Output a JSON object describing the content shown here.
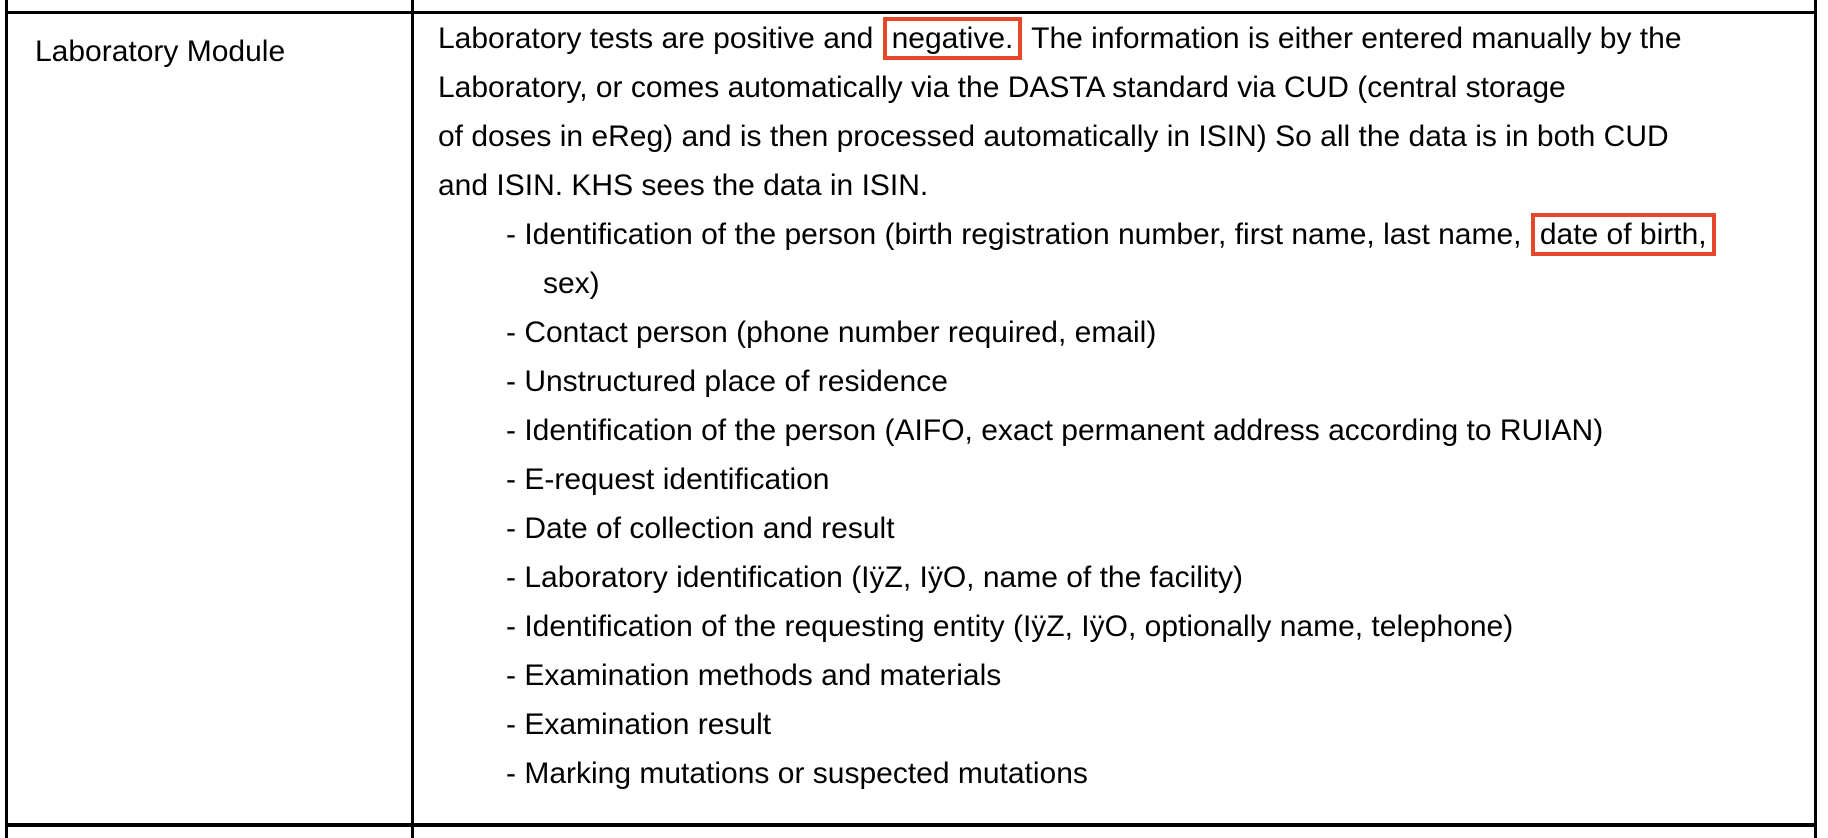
{
  "colors": {
    "highlight_box": "#e5472d",
    "table_border": "#000000",
    "text": "#000000",
    "background": "#ffffff"
  },
  "left_cell": {
    "title": "Laboratory Module"
  },
  "right_cell": {
    "lines": [
      {
        "type": "para",
        "segments": [
          {
            "text": "Laboratory tests are positive and "
          },
          {
            "text": "negative.",
            "boxed": true
          },
          {
            "text": " The information is either entered manually by the"
          }
        ]
      },
      {
        "type": "para",
        "segments": [
          {
            "text": "Laboratory, or comes automatically via the DASTA standard via CUD (central storage"
          }
        ]
      },
      {
        "type": "para",
        "segments": [
          {
            "text": "of doses in eReg) and is then processed automatically in ISIN) So all the data is in both CUD"
          }
        ]
      },
      {
        "type": "para",
        "segments": [
          {
            "text": "and ISIN. KHS sees the data in ISIN."
          }
        ]
      },
      {
        "type": "bullet",
        "segments": [
          {
            "text": "- Identification of the person (birth registration number, first name, last name, "
          },
          {
            "text": "date of birth,",
            "boxed": true
          }
        ]
      },
      {
        "type": "cont",
        "segments": [
          {
            "text": "sex)"
          }
        ]
      },
      {
        "type": "bullet",
        "segments": [
          {
            "text": "- Contact person (phone number required, email)"
          }
        ]
      },
      {
        "type": "bullet",
        "segments": [
          {
            "text": "- Unstructured place of residence"
          }
        ]
      },
      {
        "type": "bullet",
        "segments": [
          {
            "text": "- Identification of the person (AIFO, exact permanent address according to RUIAN)"
          }
        ]
      },
      {
        "type": "bullet",
        "segments": [
          {
            "text": "- E-request identification"
          }
        ]
      },
      {
        "type": "bullet",
        "segments": [
          {
            "text": "- Date of collection and result"
          }
        ]
      },
      {
        "type": "bullet",
        "segments": [
          {
            "text": "- Laboratory identification (IÿZ, IÿO, name of the facility)"
          }
        ]
      },
      {
        "type": "bullet",
        "segments": [
          {
            "text": "- Identification of the requesting entity (IÿZ, IÿO, optionally name, telephone)"
          }
        ]
      },
      {
        "type": "bullet",
        "segments": [
          {
            "text": "- Examination methods and materials"
          }
        ]
      },
      {
        "type": "bullet",
        "segments": [
          {
            "text": "- Examination result"
          }
        ]
      },
      {
        "type": "bullet",
        "segments": [
          {
            "text": "- Marking mutations or suspected mutations"
          }
        ]
      }
    ]
  }
}
